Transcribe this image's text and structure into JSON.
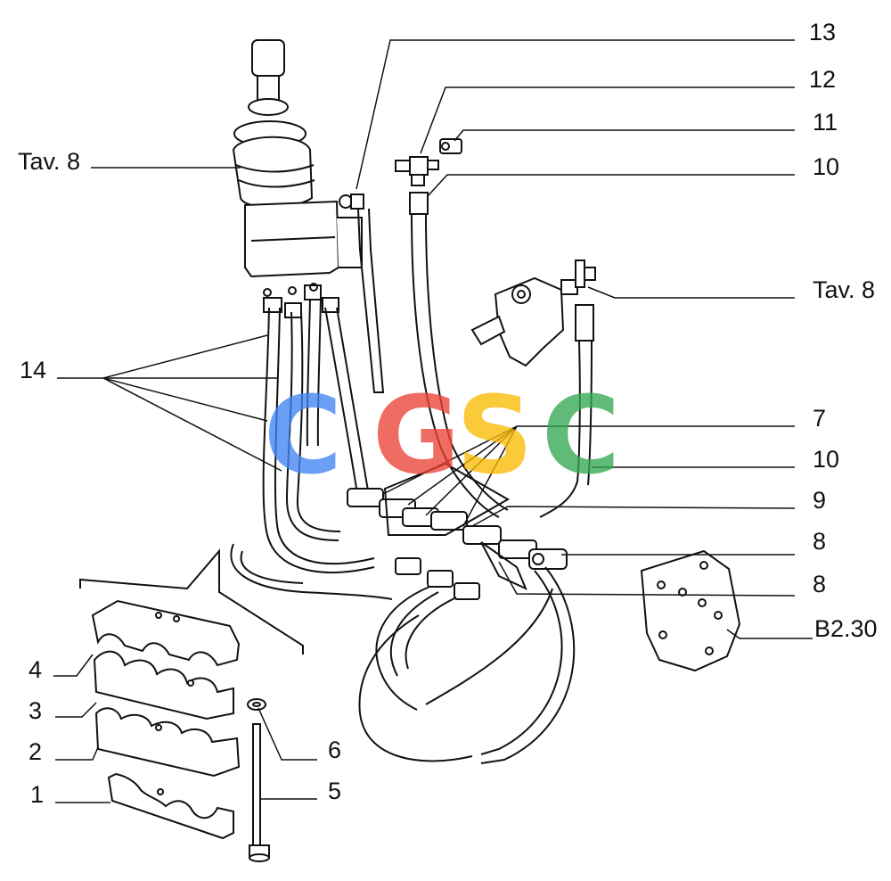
{
  "callouts": {
    "tav8_top": "Tav. 8",
    "n13": "13",
    "n12": "12",
    "n11": "11",
    "n10_top": "10",
    "tav8_right": "Tav. 8",
    "n14": "14",
    "n7": "7",
    "n10_mid": "10",
    "n9": "9",
    "n8_a": "8",
    "n8_b": "8",
    "b230": "B2.30",
    "n4": "4",
    "n3": "3",
    "n2": "2",
    "n1": "1",
    "n6": "6",
    "n5": "5"
  },
  "watermark": {
    "letters": [
      "C",
      "G",
      "S",
      "C"
    ],
    "colors": [
      "#4285f4",
      "#ea4335",
      "#fbbc05",
      "#34a853"
    ]
  },
  "colors": {
    "ink": "#111111",
    "paper": "#ffffff"
  }
}
